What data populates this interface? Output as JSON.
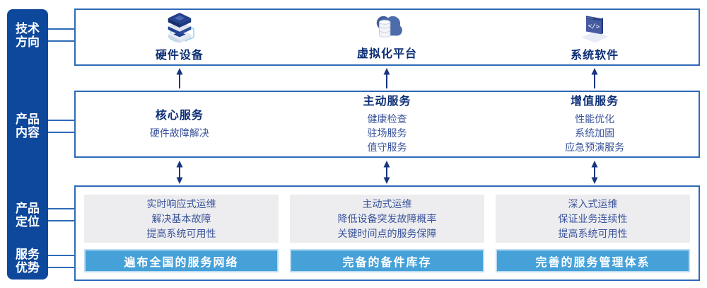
{
  "colors": {
    "sidebar_bar": "#0e489c",
    "box_border": "#2f6ab7",
    "heading_text": "#0b2d75",
    "body_text": "#3a549b",
    "gray_panel": "#ededef",
    "banner_blue": "#46a1d9",
    "banner_text": "#ffffff",
    "arrow": "#16357f"
  },
  "sidebar": {
    "items": [
      {
        "label": "技术方向"
      },
      {
        "label": "产品内容"
      },
      {
        "label": "产品定位"
      },
      {
        "label": "服务优势"
      }
    ]
  },
  "tech_row": {
    "items": [
      {
        "icon": "server-stack-icon",
        "label": "硬件设备"
      },
      {
        "icon": "cloud-database-icon",
        "label": "虚拟化平台"
      },
      {
        "icon": "code-window-icon",
        "label": "系统软件"
      }
    ]
  },
  "content_row": {
    "items": [
      {
        "title": "核心服务",
        "services": [
          "硬件故障解决"
        ]
      },
      {
        "title": "主动服务",
        "services": [
          "健康检查",
          "驻场服务",
          "值守服务"
        ]
      },
      {
        "title": "增值服务",
        "services": [
          "性能优化",
          "系统加固",
          "应急预演服务"
        ]
      }
    ]
  },
  "bottom_row": {
    "items": [
      {
        "positioning": [
          "实时响应式运维",
          "解决基本故障",
          "提高系统可用性"
        ],
        "advantage": "遍布全国的服务网络"
      },
      {
        "positioning": [
          "主动式运维",
          "降低设备突发故障概率",
          "关键时间点的服务保障"
        ],
        "advantage": "完备的备件库存"
      },
      {
        "positioning": [
          "深入式运维",
          "保证业务连续性",
          "提高系统可用性"
        ],
        "advantage": "完善的服务管理体系"
      }
    ]
  }
}
